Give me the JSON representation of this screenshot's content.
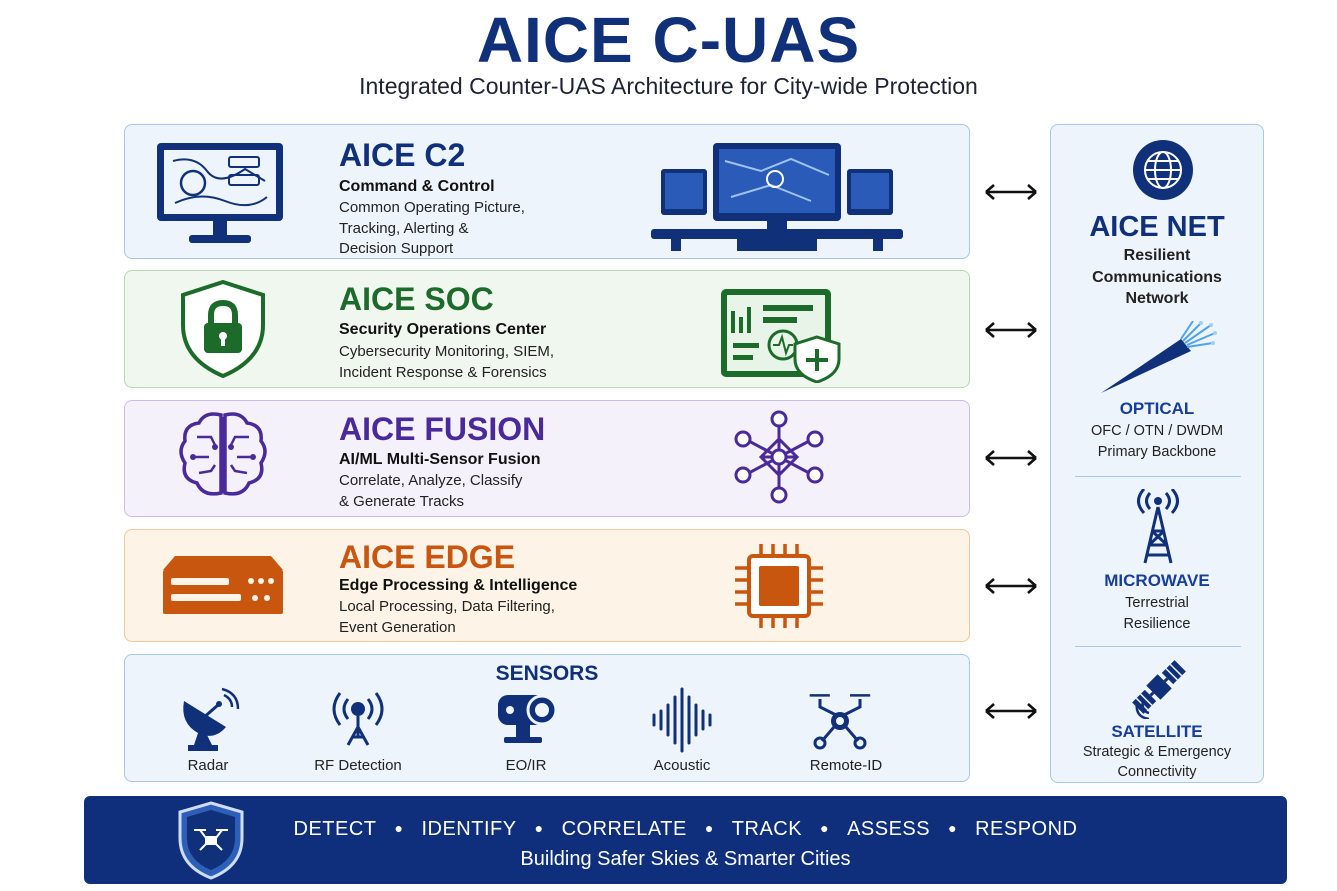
{
  "header": {
    "title": "AICE C-UAS",
    "subtitle": "Integrated Counter-UAS Architecture for City-wide Protection"
  },
  "layers": {
    "c2": {
      "title": "AICE C2",
      "subtitle": "Command & Control",
      "description": "Common Operating Picture,\nTracking, Alerting &\nDecision Support",
      "color": "#10307a"
    },
    "soc": {
      "title": "AICE SOC",
      "subtitle": "Security Operations Center",
      "description": "Cybersecurity Monitoring, SIEM,\nIncident Response & Forensics",
      "color": "#1d6b2a"
    },
    "fusion": {
      "title": "AICE FUSION",
      "subtitle": "AI/ML Multi-Sensor Fusion",
      "description": "Correlate, Analyze, Classify\n& Generate Tracks",
      "color": "#4a2a9a"
    },
    "edge": {
      "title": "AICE EDGE",
      "subtitle": "Edge Processing & Intelligence",
      "description": "Local Processing, Data Filtering,\nEvent Generation",
      "color": "#c8560f"
    }
  },
  "sensors": {
    "title": "SENSORS",
    "items": [
      {
        "label": "Radar",
        "icon": "radar-dish-icon"
      },
      {
        "label": "RF Detection",
        "icon": "rf-antenna-icon"
      },
      {
        "label": "EO/IR",
        "icon": "camera-icon"
      },
      {
        "label": "Acoustic",
        "icon": "sound-wave-icon"
      },
      {
        "label": "Remote-ID",
        "icon": "drone-icon"
      }
    ]
  },
  "network": {
    "title": "AICE NET",
    "subtitle": "Resilient\nCommunications\nNetwork",
    "optical": {
      "heading": "OPTICAL",
      "description": "OFC / OTN / DWDM\nPrimary Backbone"
    },
    "microwave": {
      "heading": "MICROWAVE",
      "description": "Terrestrial\nResilience"
    },
    "satellite": {
      "heading": "SATELLITE",
      "description": "Strategic & Emergency\nConnectivity"
    }
  },
  "footer": {
    "actions": [
      "DETECT",
      "IDENTIFY",
      "CORRELATE",
      "TRACK",
      "ASSESS",
      "RESPOND"
    ],
    "tagline": "Building Safer Skies & Smarter Cities"
  }
}
